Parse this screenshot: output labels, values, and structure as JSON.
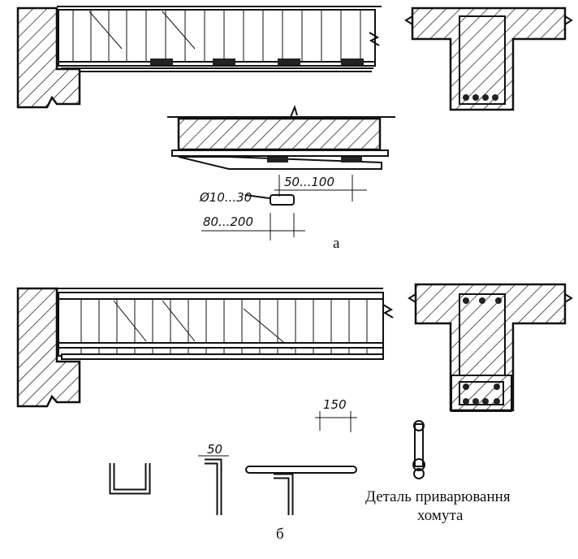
{
  "figure_a": {
    "label": "а",
    "dim_spacing": "50...100",
    "dim_diameter": "Ø10...30",
    "dim_length": "80...200"
  },
  "figure_b": {
    "label": "б",
    "dim_weld_length": "150",
    "dim_hook": "50",
    "caption_line1": "Деталь приварювання",
    "caption_line2": "хомута"
  }
}
